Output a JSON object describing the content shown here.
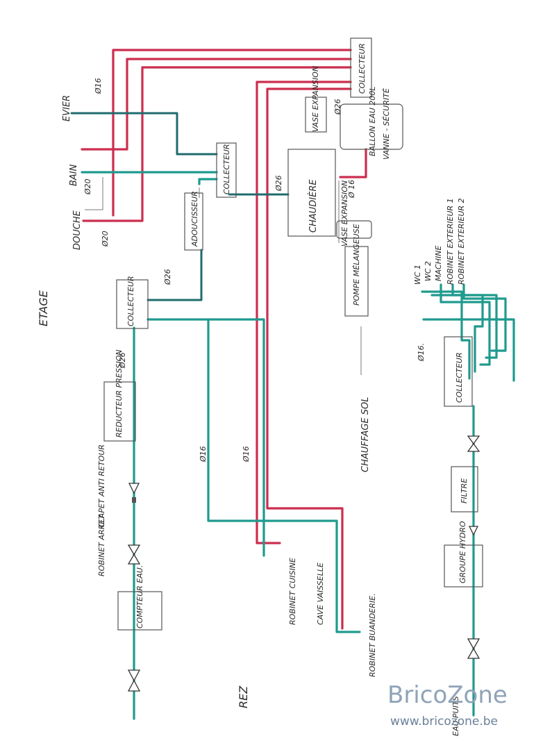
{
  "labels": {
    "etage": "ETAGE",
    "rez": "REZ",
    "evier": "EVIER",
    "bain": "BAIN",
    "douche": "DOUCHE",
    "d16_evier": "Ø16",
    "d20_bain": "Ø20",
    "d20_douche": "Ø20",
    "collecteur_top": "COLLECTEUR",
    "vanne_securite": "VANNE - SÉCURITÉ",
    "vase_expansion_ballon": "VASE EXPANSION",
    "d26_ballon": "Ø26",
    "ballon": "BALLON EAU 200L",
    "collecteur_mid": "COLLECTEUR",
    "d26_mid": "Ø26",
    "chaudiere": "CHAUDIÈRE",
    "d16_chaud": "Ø 16",
    "vase_expansion_chaud": "VASE EXPANSION",
    "adoucisseur": "ADOUCISSEUR",
    "pompe": "POMPE MÉLANGEUSE",
    "collecteur_left": "COLLECTEUR",
    "d26_left_upper": "Ø26",
    "d26_left_lower": "Ø26",
    "reducteur": "REDUCTEUR PRESSION",
    "clapet": "CLAPET ANTI RETOUR",
    "robinet_arret": "ROBINET ARRET",
    "compteur": "COMPTEUR EAU.",
    "d16_pipe_a": "Ø16",
    "d16_pipe_b": "Ø16",
    "chauffage_sol": "CHAUFFAGE SOL",
    "robinet_cuisine": "ROBINET CUISINE",
    "cave_vaisselle": "CAVE VAISSELLE",
    "robinet_buanderie": "ROBINET BUANDERIE.",
    "wc1": "WC 1",
    "wc2": "WC 2",
    "machine": "MACHINE",
    "robinet_ext1": "ROBINET EXTERIEUR 1",
    "robinet_ext2": "ROBINET EXTERIEUR 2",
    "d16_right": "Ø16.",
    "collecteur_right": "COLLECTEUR",
    "filtre": "FILTRE",
    "groupe_hydro": "GROUPE HYDRO",
    "eau_puits": "EAU PUITS"
  },
  "watermark": {
    "brand": "BricoZone",
    "url": "www.bricozone.be"
  },
  "colors": {
    "hot": "#cc2d4e",
    "cold": "#1f9a8e",
    "cold_dark": "#1f6b6e"
  }
}
